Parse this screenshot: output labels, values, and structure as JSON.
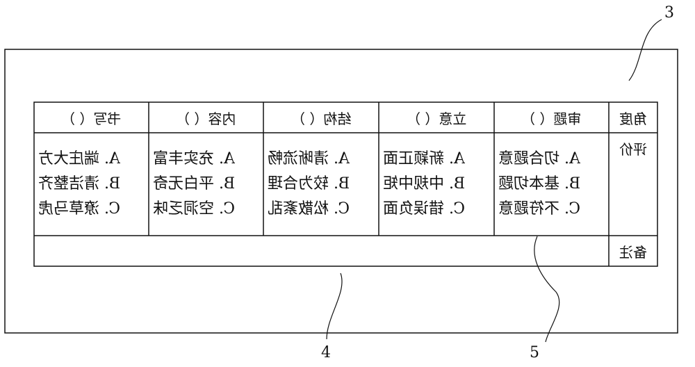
{
  "labels": {
    "angle": "角度",
    "evaluation": "评价",
    "remarks": "备注"
  },
  "columns": [
    {
      "header": "审题（ ）",
      "options": [
        "A. 切合题意",
        "B. 基本切题",
        "C. 不符题意"
      ]
    },
    {
      "header": "立意（ ）",
      "options": [
        "A. 新颖正面",
        "B. 中规中矩",
        "C. 错误负面"
      ]
    },
    {
      "header": "结构（ ）",
      "options": [
        "A. 清晰流畅",
        "B. 较为合理",
        "C. 松散紊乱"
      ]
    },
    {
      "header": "内容（ ）",
      "options": [
        "A. 充实丰富",
        "B. 平白无奇",
        "C. 空洞乏味"
      ]
    },
    {
      "header": "书写（ ）",
      "options": [
        "A. 端庄大方",
        "B. 清洁整齐",
        "C. 潦草马虎"
      ]
    }
  ],
  "reference_numerals": {
    "frame": "3",
    "table": "4",
    "options_block": "5"
  }
}
